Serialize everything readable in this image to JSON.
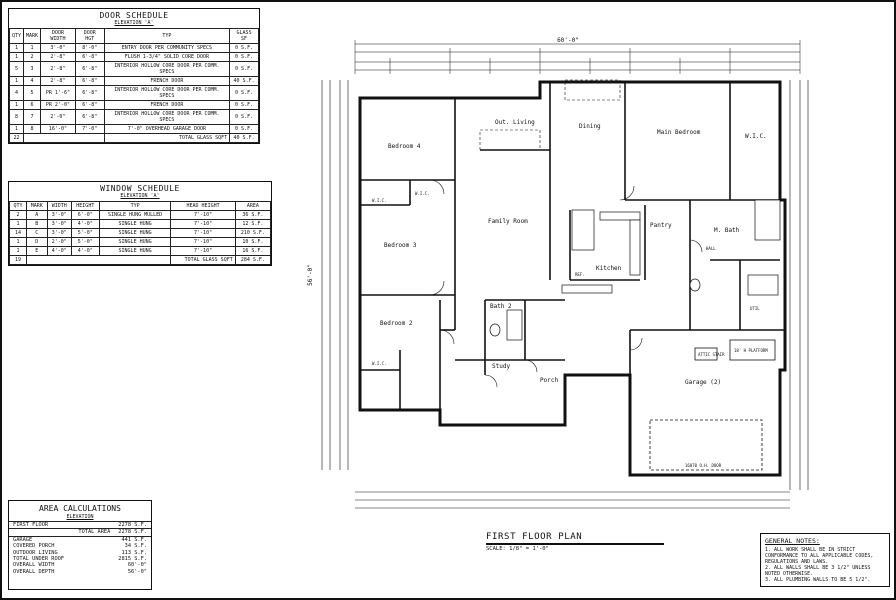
{
  "door_schedule": {
    "title": "DOOR SCHEDULE",
    "elevation": "ELEVATION 'A'",
    "headers": [
      "QTY",
      "MARK",
      "DOOR WIDTH",
      "DOOR HGT",
      "TYP",
      "GLASS SF"
    ],
    "rows": [
      [
        "1",
        "1",
        "3'-0\"",
        "8'-0\"",
        "ENTRY DOOR PER COMMUNITY SPECS",
        "0 S.F."
      ],
      [
        "1",
        "2",
        "2'-8\"",
        "6'-8\"",
        "FLUSH 1-3/4\" SOLID CORE DOOR",
        "0 S.F."
      ],
      [
        "5",
        "3",
        "2'-8\"",
        "6'-8\"",
        "INTERIOR HOLLOW CORE DOOR PER COMM. SPECS",
        "0 S.F."
      ],
      [
        "1",
        "4",
        "2'-8\"",
        "6'-8\"",
        "FRENCH DOOR",
        "40 S.F."
      ],
      [
        "4",
        "5",
        "PR 1'-6\"",
        "6'-8\"",
        "INTERIOR HOLLOW CORE DOOR PER COMM. SPECS",
        "0 S.F."
      ],
      [
        "1",
        "6",
        "PR 2'-0\"",
        "6'-8\"",
        "FRENCH DOOR",
        "0 S.F."
      ],
      [
        "8",
        "7",
        "2'-0\"",
        "6'-8\"",
        "INTERIOR HOLLOW CORE DOOR PER COMM. SPECS",
        "0 S.F."
      ],
      [
        "1",
        "8",
        "16'-0\"",
        "7'-0\"",
        "7'-0\" OVERHEAD GARAGE DOOR",
        "0 S.F."
      ]
    ],
    "total_qty": "22",
    "total_label": "TOTAL GLASS SQFT",
    "total_value": "40 S.F."
  },
  "window_schedule": {
    "title": "WINDOW SCHEDULE",
    "elevation": "ELEVATION 'A'",
    "headers": [
      "QTY",
      "MARK",
      "WIDTH",
      "HEIGHT",
      "TYP",
      "HEAD HEIGHT",
      "AREA"
    ],
    "rows": [
      [
        "2",
        "A",
        "3'-0\"",
        "6'-0\"",
        "SINGLE HUNG MULLED",
        "7'-10\"",
        "36 S.F."
      ],
      [
        "1",
        "B",
        "3'-0\"",
        "4'-0\"",
        "SINGLE HUNG",
        "7'-10\"",
        "12 S.F."
      ],
      [
        "14",
        "C",
        "3'-0\"",
        "5'-0\"",
        "SINGLE HUNG",
        "7'-10\"",
        "210 S.F."
      ],
      [
        "1",
        "D",
        "2'-0\"",
        "5'-0\"",
        "SINGLE HUNG",
        "7'-10\"",
        "10 S.F."
      ],
      [
        "1",
        "E",
        "4'-0\"",
        "4'-0\"",
        "SINGLE HUNG",
        "7'-10\"",
        "16 S.F."
      ]
    ],
    "total_qty": "19",
    "total_label": "TOTAL GLASS SQFT",
    "total_value": "284 S.F."
  },
  "area_calculations": {
    "title": "AREA CALCULATIONS",
    "elevation": "ELEVATION",
    "rows": [
      [
        "FIRST FLOOR",
        "2278 S.F."
      ],
      [
        "TOTAL AREA",
        "2278 S.F."
      ],
      [
        "GARAGE",
        "441 S.F."
      ],
      [
        "COVERED PORCH",
        "34 S.F."
      ],
      [
        "OUTDOOR LIVING",
        "113 S.F."
      ],
      [
        "TOTAL UNDER ROOF",
        "2815 S.F."
      ],
      [
        "OVERALL WIDTH",
        "60'-0\""
      ],
      [
        "OVERALL DEPTH",
        "56'-0\""
      ]
    ]
  },
  "plan": {
    "title": "FIRST FLOOR PLAN",
    "scale": "SCALE: 1/8\" = 1'-0\"",
    "rooms": {
      "out_living": "Out. Living",
      "dining": "Dining",
      "main_bedroom": "Main Bedroom",
      "wic_main": "W.I.C.",
      "bedroom4": "Bedroom 4",
      "family_room": "Family Room",
      "kitchen": "Kitchen",
      "pantry": "Pantry",
      "m_bath": "M. Bath",
      "bedroom3": "Bedroom 3",
      "bedroom2": "Bedroom 2",
      "bath2": "Bath 2",
      "study": "Study",
      "porch": "Porch",
      "garage": "Garage (2)",
      "wic_b4": "W.I.C.",
      "wic_b3": "W.I.C.",
      "wic_b2": "W.I.C.",
      "hall": "HALL",
      "util": "UTIL",
      "attic": "ATTIC STAIR",
      "platform": "18' H PLATFORM",
      "ref": "REF.",
      "garage_door": "16070 O.H. DOOR"
    },
    "dims": {
      "overall_width": "60'-0\"",
      "overall_depth": "56'-0\""
    }
  },
  "general_notes": {
    "title": "GENERAL NOTES:",
    "items": [
      "1. ALL WORK SHALL BE IN STRICT CONFORMANCE TO ALL APPLICABLE CODES, REGULATIONS AND LAWS.",
      "2. ALL WALLS SHALL BE 3 1/2\" UNLESS NOTED OTHERWISE.",
      "3. ALL PLUMBING WALLS TO BE 5 1/2\"."
    ]
  }
}
